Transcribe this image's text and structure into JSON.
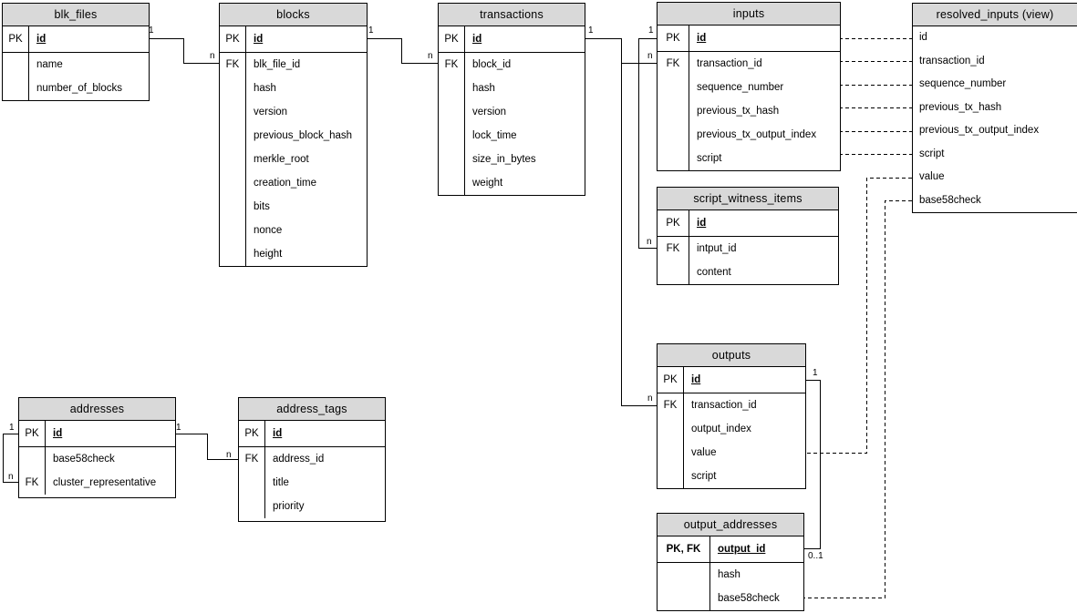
{
  "tables": {
    "blk_files": {
      "title": "blk_files",
      "key_label": "PK",
      "key_field": "id",
      "fields": [
        "name",
        "number_of_blocks"
      ]
    },
    "blocks": {
      "title": "blocks",
      "key_label": "PK",
      "key_field": "id",
      "fk_label": "FK",
      "fields": [
        "blk_file_id",
        "hash",
        "version",
        "previous_block_hash",
        "merkle_root",
        "creation_time",
        "bits",
        "nonce",
        "height"
      ]
    },
    "transactions": {
      "title": "transactions",
      "key_label": "PK",
      "key_field": "id",
      "fk_label": "FK",
      "fields": [
        "block_id",
        "hash",
        "version",
        "lock_time",
        "size_in_bytes",
        "weight"
      ]
    },
    "inputs": {
      "title": "inputs",
      "key_label": "PK",
      "key_field": "id",
      "fk_label": "FK",
      "fields": [
        "transaction_id",
        "sequence_number",
        "previous_tx_hash",
        "previous_tx_output_index",
        "script"
      ]
    },
    "resolved_inputs": {
      "title": "resolved_inputs (view)",
      "fields": [
        "id",
        "transaction_id",
        "sequence_number",
        "previous_tx_hash",
        "previous_tx_output_index",
        "script",
        "value",
        "base58check"
      ]
    },
    "script_witness_items": {
      "title": "script_witness_items",
      "key_label": "PK",
      "key_field": "id",
      "fk_label": "FK",
      "fields": [
        "intput_id",
        "content"
      ]
    },
    "outputs": {
      "title": "outputs",
      "key_label": "PK",
      "key_field": "id",
      "fk_label": "FK",
      "fields": [
        "transaction_id",
        "output_index",
        "value",
        "script"
      ]
    },
    "output_addresses": {
      "title": "output_addresses",
      "key_label": "PK, FK",
      "key_field": "output_id",
      "fields": [
        "hash",
        "base58check"
      ]
    },
    "addresses": {
      "title": "addresses",
      "key_label": "PK",
      "key_field": "id",
      "fk_label": "FK",
      "fields": [
        "base58check",
        "cluster_representative"
      ]
    },
    "address_tags": {
      "title": "address_tags",
      "key_label": "PK",
      "key_field": "id",
      "fk_label": "FK",
      "fields": [
        "address_id",
        "title",
        "priority"
      ]
    }
  },
  "connectors": {
    "blk_files_blocks": {
      "from": "1",
      "to": "n"
    },
    "blocks_transactions": {
      "from": "1",
      "to": "n"
    },
    "transactions_inputs": {
      "from": "1",
      "to": "n"
    },
    "transactions_outputs": {
      "to": "n"
    },
    "inputs_script_witness_items": {
      "from": "1",
      "to": "n"
    },
    "outputs_output_addresses": {
      "from": "1",
      "to": "0..1"
    },
    "addresses_self_reference": {
      "from": "1",
      "to": "n"
    },
    "addresses_address_tags": {
      "from": "1",
      "to": "n"
    }
  },
  "colors": {
    "header_bg": "#d9d9d9",
    "border": "#000000",
    "line": "#000000",
    "background": "#ffffff"
  }
}
